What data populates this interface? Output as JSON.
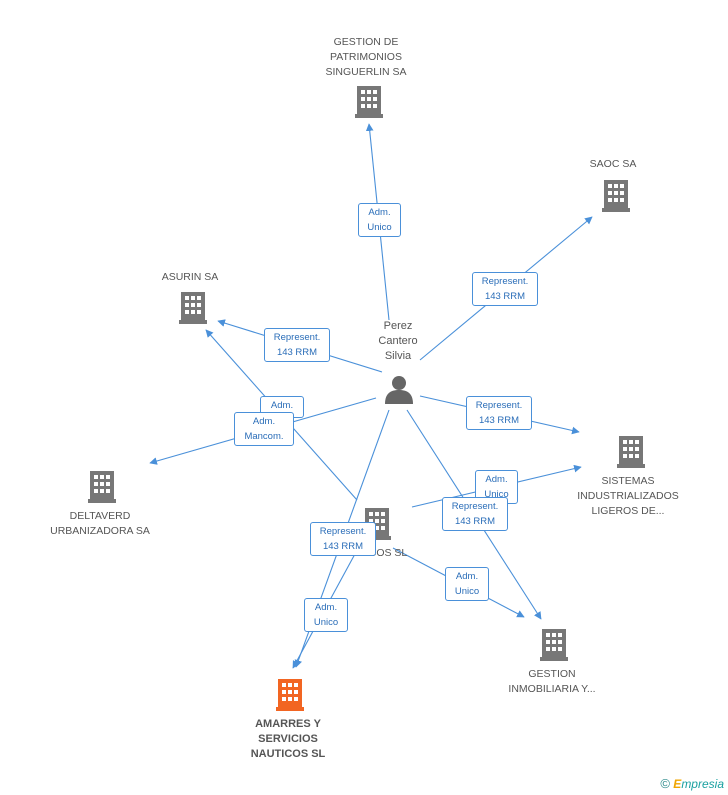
{
  "center": {
    "name": "Perez Cantero Silvia"
  },
  "nodes": {
    "gestion_patrimonios": "GESTION DE PATRIMONIOS SINGUERLIN SA",
    "saoc": "SAOC SA",
    "asurin": "ASURIN SA",
    "deltaverd": "DELTAVERD URBANIZADORA SA",
    "sistemas": "SISTEMAS INDUSTRIALIZADOS LIGEROS DE...",
    "nauticos_partial": "...COS SL",
    "gestion_inmobiliaria": "GESTION INMOBILIARIA Y...",
    "amarres": "AMARRES Y SERVICIOS NAUTICOS SL"
  },
  "edge_labels": {
    "e1": [
      "Adm.",
      "Unico"
    ],
    "e2": [
      "Represent.",
      "143 RRM"
    ],
    "e3": [
      "Represent.",
      "143 RRM"
    ],
    "e4": [
      "Adm.",
      ""
    ],
    "e5": [
      "Adm.",
      "Mancom."
    ],
    "e6": [
      "Represent.",
      "143 RRM"
    ],
    "e7": [
      "Adm.",
      "Unico"
    ],
    "e8": [
      "Represent.",
      "143 RRM"
    ],
    "e9": [
      "Represent.",
      "143 RRM"
    ],
    "e10": [
      "Adm.",
      "Unico"
    ],
    "e11": [
      "Adm.",
      "Unico"
    ]
  },
  "footer": {
    "copyright": "©",
    "brand_first": "E",
    "brand_rest": "mpresia"
  },
  "colors": {
    "edge": "#4a90d9",
    "building": "#777777",
    "main_building": "#f26522",
    "person": "#666666"
  }
}
